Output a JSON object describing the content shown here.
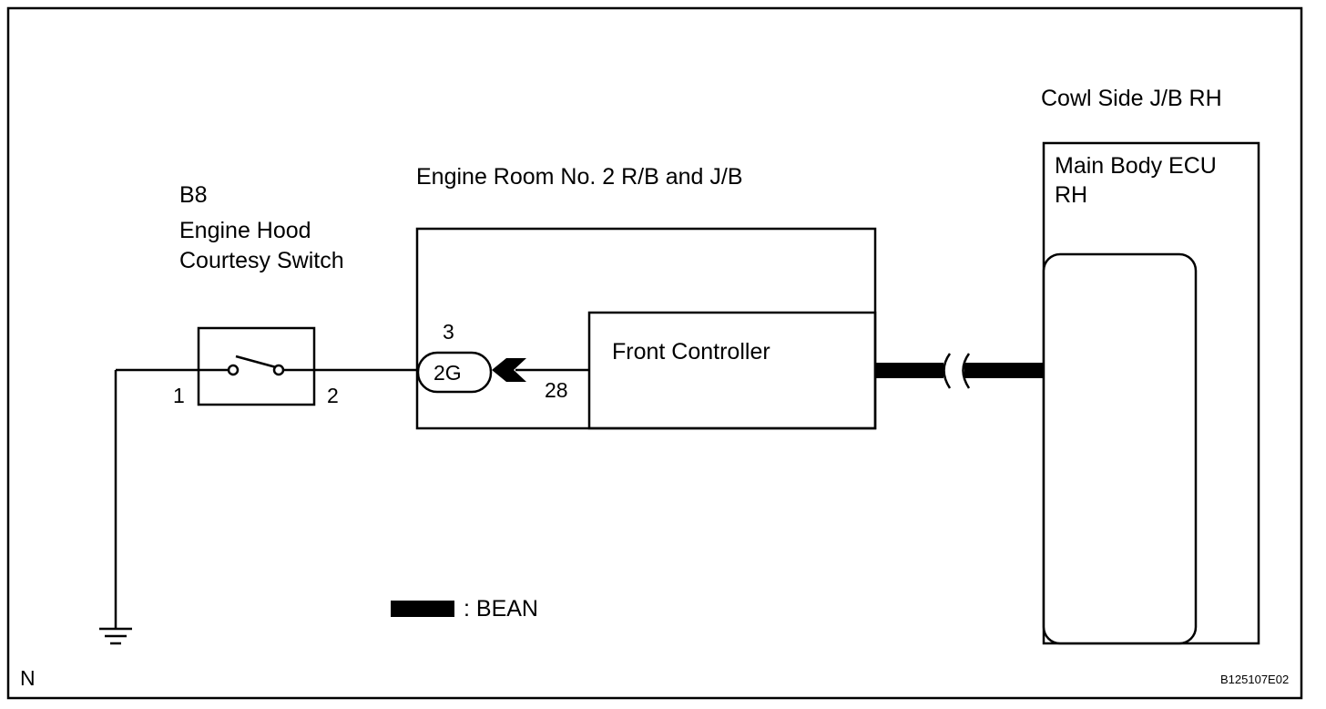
{
  "components": {
    "switch": {
      "code": "B8",
      "name_line1": "Engine Hood",
      "name_line2": "Courtesy Switch",
      "pin_left": "1",
      "pin_right": "2"
    },
    "junction_block": {
      "title": "Engine Room No. 2 R/B and J/B",
      "connector_pin": "3",
      "connector_label": "2G",
      "controller_pin": "28",
      "controller_name": "Front Controller"
    },
    "cowl_side": {
      "title": "Cowl Side J/B RH",
      "ecu_line1": "Main Body ECU",
      "ecu_line2": "RH"
    }
  },
  "legend": {
    "bean_label": ": BEAN"
  },
  "footer": {
    "corner_letter": "N",
    "figure_code": "B125107E02"
  }
}
